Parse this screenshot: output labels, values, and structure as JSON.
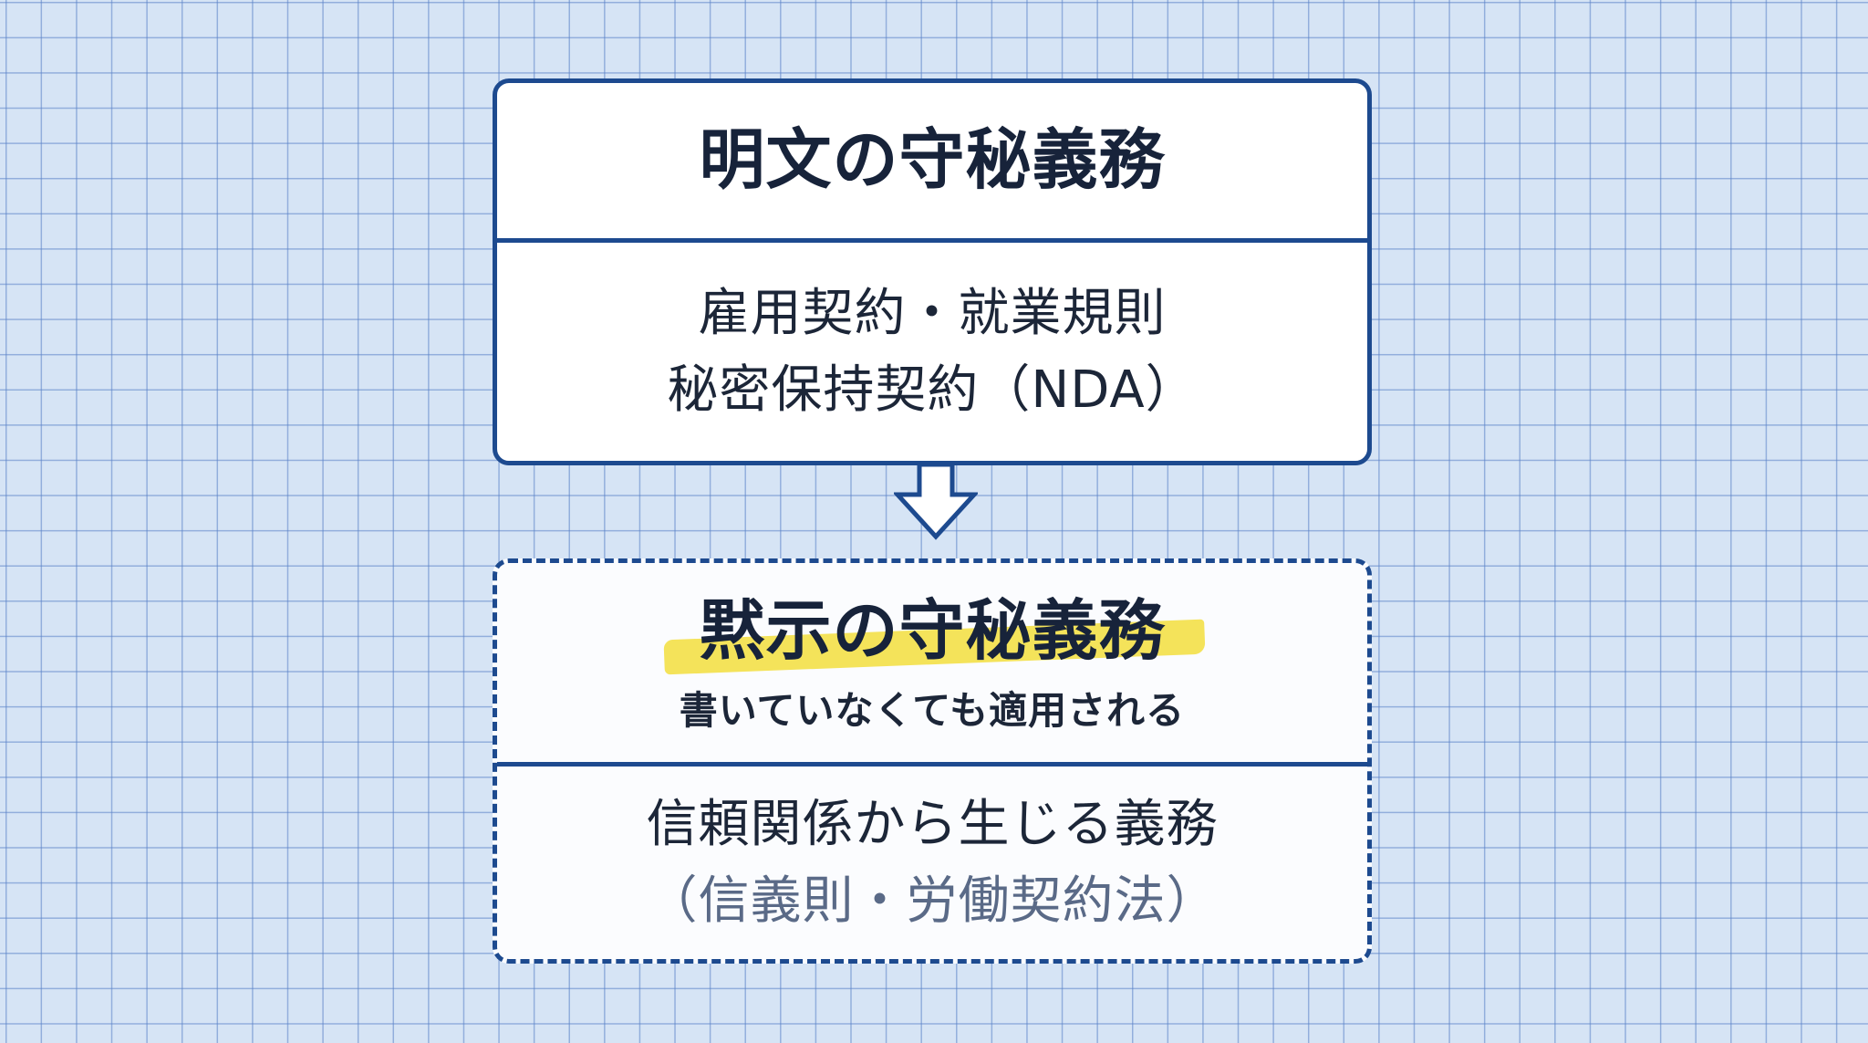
{
  "explicit": {
    "title": "明文の守秘義務",
    "line1": "雇用契約・就業規則",
    "line2": "秘密保持契約（NDA）"
  },
  "implicit": {
    "title": "黙示の守秘義務",
    "subtitle": "書いていなくても適用される",
    "line1": "信頼関係から生じる義務",
    "line2": "（信義則・労働契約法）"
  },
  "colors": {
    "border": "#1d4a8f",
    "highlight": "#f4e35a",
    "grid_background": "#d6e4f5"
  }
}
